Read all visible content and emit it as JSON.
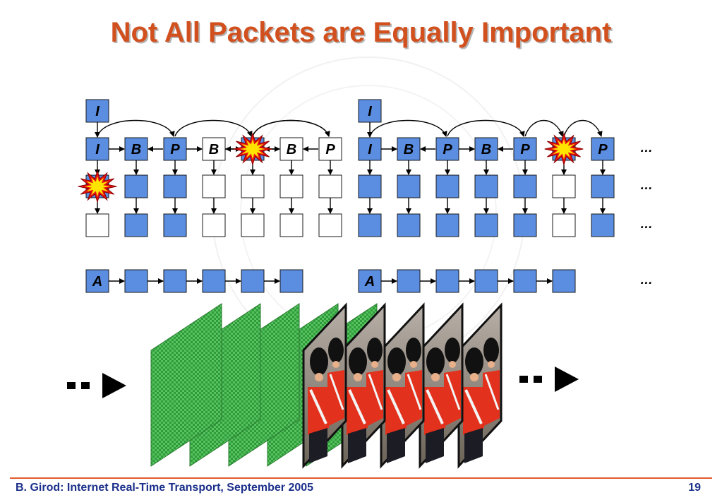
{
  "slide": {
    "title": "Not All Packets are Equally Important",
    "footer": "B. Girod: Internet Real-Time Transport, September 2005",
    "page_number": "19"
  },
  "diagram": {
    "colors": {
      "received": "#5b8de0",
      "lost": "#ffffff",
      "frame_border": "#1a1a1a",
      "burst_outer": "#e81010",
      "burst_inner": "#ffe400"
    },
    "top_labels": [
      "I",
      "I"
    ],
    "gop1": {
      "frames": [
        "I",
        "B",
        "P",
        "B",
        "B",
        "B",
        "P"
      ],
      "frame_received": [
        true,
        true,
        true,
        false,
        true,
        false,
        false
      ],
      "row2_received": [
        true,
        true,
        true,
        false,
        false,
        false,
        false
      ],
      "row3_received": [
        false,
        true,
        true,
        false,
        false,
        false,
        false
      ]
    },
    "gop2": {
      "frames": [
        "I",
        "B",
        "P",
        "B",
        "P",
        "P",
        "P"
      ],
      "frame_received": [
        true,
        true,
        true,
        true,
        true,
        true,
        true
      ],
      "row2_received": [
        true,
        true,
        true,
        true,
        true,
        false,
        true
      ],
      "row3_received": [
        true,
        true,
        true,
        true,
        true,
        false,
        true
      ]
    },
    "audio_label": "A",
    "audio_packets_per_group": 5,
    "ellipsis": "…",
    "losses": [
      "burst on the I frame's row-2 packet (group 1)",
      "burst on frame 5 (group 1)",
      "burst on frame 6 (group 2)"
    ],
    "video_strip": {
      "corrupted_frames": 5,
      "intact_frames": 5,
      "corrupted_color": "#2f9a3a"
    }
  }
}
